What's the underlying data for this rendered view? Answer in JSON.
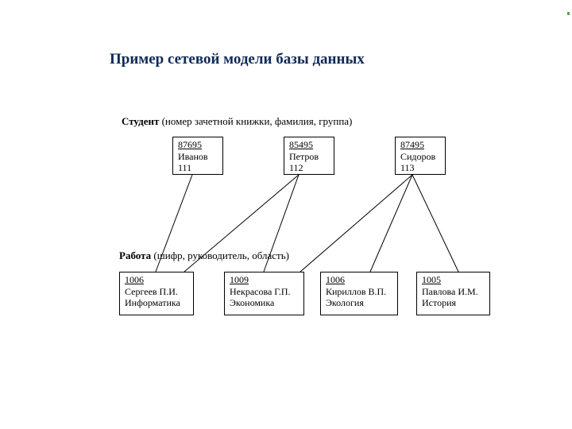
{
  "title": "Пример сетевой модели базы данных",
  "student_schema": {
    "entity": "Студент",
    "attributes": "(номер зачетной книжки, фамилия, группа)"
  },
  "work_schema": {
    "entity": "Работа",
    "attributes": "(шифр, руководитель, область)"
  },
  "students": [
    {
      "id": "87695",
      "name": "Иванов",
      "group": "111"
    },
    {
      "id": "85495",
      "name": "Петров",
      "group": "112"
    },
    {
      "id": "87495",
      "name": "Сидоров",
      "group": "113"
    }
  ],
  "works": [
    {
      "code": "1006",
      "supervisor": "Сергеев П.И.",
      "area": "Информатика"
    },
    {
      "code": "1009",
      "supervisor": "Некрасова Г.П.",
      "area": "Экономика"
    },
    {
      "code": "1006",
      "supervisor": "Кириллов В.П.",
      "area": "Экология"
    },
    {
      "code": "1005",
      "supervisor": "Павлова И.М.",
      "area": "История"
    }
  ]
}
